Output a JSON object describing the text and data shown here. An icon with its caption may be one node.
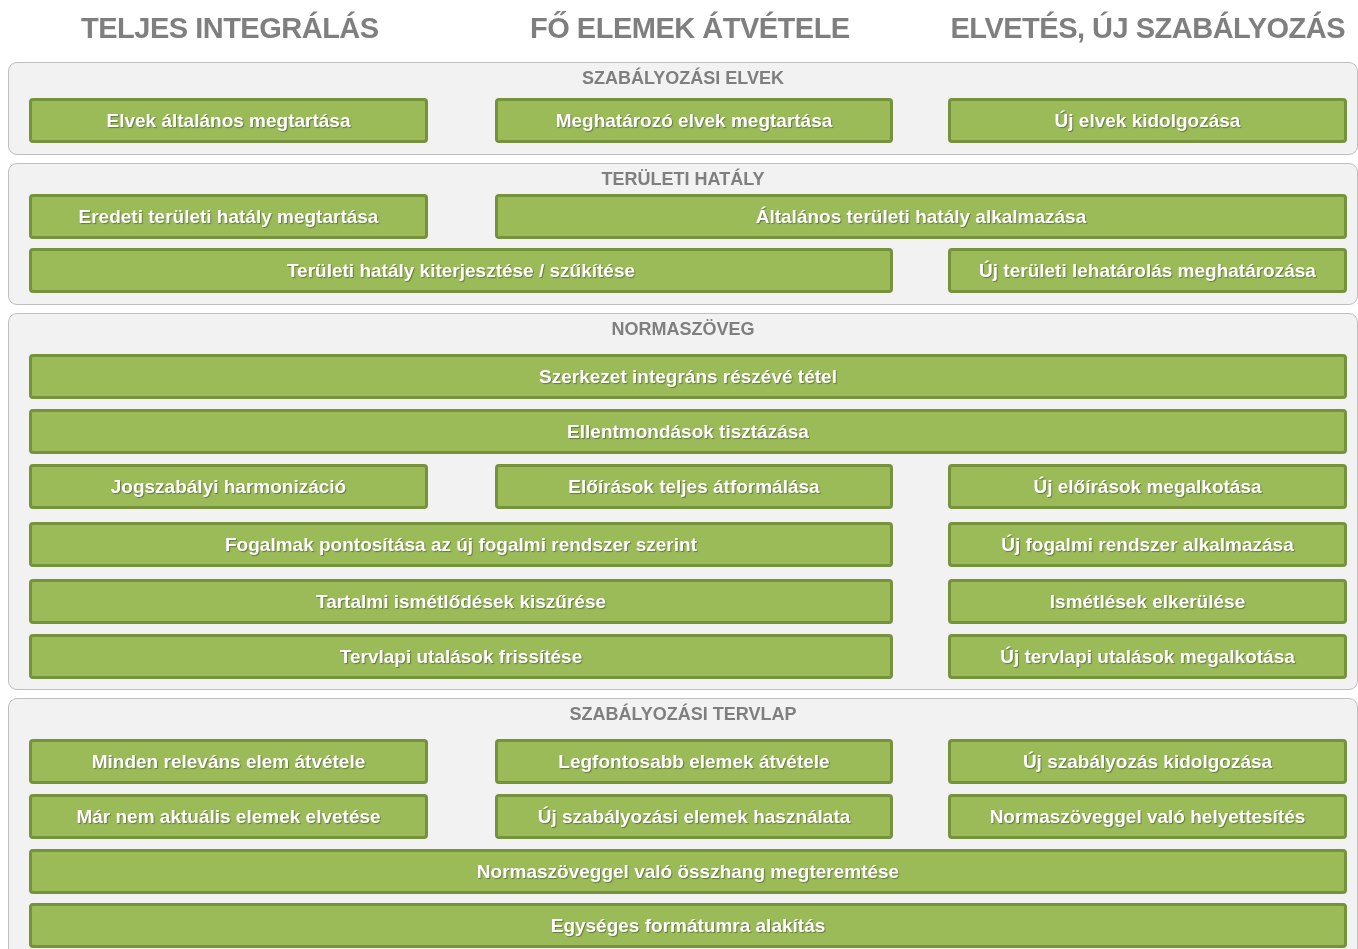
{
  "diagram": {
    "nodes": [
      {
        "text": [
          "SZABÁLYOZÁSI ELVEK"
        ]
      },
      {
        "text": [
          "Elvek általános megtartása"
        ],
        "in": 0
      },
      {
        "text": [
          "Meghatározó elvek megtartása"
        ],
        "in": 0
      },
      {
        "text": [
          "Új elvek kidolgozása"
        ],
        "in": 0
      },
      {
        "text": [
          "TERÜLETI HATÁLY"
        ]
      },
      {
        "text": [
          "Eredeti területi hatály megtartása"
        ],
        "in": 4
      },
      {
        "text": [
          "Általános területi hatály alkalmazása"
        ],
        "in": 4
      },
      {
        "text": [
          "Területi hatály kiterjesztése / szűkítése"
        ],
        "in": 4
      },
      {
        "text": [
          "Új területi lehatárolás meghatározása"
        ],
        "in": 4
      },
      {
        "text": [
          "NORMASZÖVEG"
        ]
      },
      {
        "text": [
          "Szerkezet integráns részévé tétel"
        ],
        "in": 9
      },
      {
        "text": [
          "Ellentmondások tisztázása"
        ],
        "in": 9
      },
      {
        "text": [
          "Jogszabályi harmonizáció"
        ],
        "in": 9
      },
      {
        "text": [
          "Előírások teljes átformálása"
        ],
        "in": 9
      },
      {
        "text": [
          "Új előírások megalkotása"
        ],
        "in": 9
      },
      {
        "text": [
          "Fogalmak pontosítása az új fogalmi rendszer szerint"
        ],
        "in": 9
      },
      {
        "text": [
          "Új fogalmi rendszer alkalmazása"
        ],
        "in": 9
      },
      {
        "text": [
          "Tartalmi ismétlődések kiszűrése"
        ],
        "in": 9
      },
      {
        "text": [
          "Ismétlések elkerülése"
        ],
        "in": 9
      },
      {
        "text": [
          "Tervlapi utalások frissítése"
        ],
        "in": 9
      },
      {
        "text": [
          "Új tervlapi utalások megalkotása"
        ],
        "in": 9
      },
      {
        "text": [
          "SZABÁLYOZÁSI TERVLAP"
        ]
      },
      {
        "text": [
          "Minden releváns elem átvétele"
        ],
        "in": 21
      },
      {
        "text": [
          "Legfontosabb elemek átvétele"
        ],
        "in": 21
      },
      {
        "text": [
          "Új szabályozás kidolgozása"
        ],
        "in": 21
      },
      {
        "text": [
          "Már nem aktuális elemek elvetése"
        ],
        "in": 21
      },
      {
        "text": [
          "Új szabályozási elemek használata"
        ],
        "in": 21
      },
      {
        "text": [
          "Normaszöveggel való helyettesítés"
        ],
        "in": 21
      },
      {
        "text": [
          "Normaszöveggel való összhang megteremtése"
        ],
        "in": 21
      },
      {
        "text": [
          "Egységes formátumra alakítás"
        ],
        "in": 21
      }
    ],
    "labels": [
      "TELJES INTEGRÁLÁS",
      "FŐ ELEMEK ÁTVÉTELE",
      "ELVETÉS, ÚJ SZABÁLYOZÁS"
    ]
  }
}
